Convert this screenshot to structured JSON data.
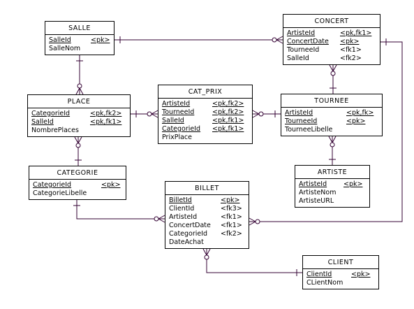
{
  "entities": {
    "salle": {
      "name": "SALLE",
      "attrs": [
        {
          "n": "SalleId",
          "k": "<pk>",
          "pk": true
        },
        {
          "n": "SalleNom",
          "k": "",
          "pk": false
        }
      ]
    },
    "concert": {
      "name": "CONCERT",
      "attrs": [
        {
          "n": "ArtisteId",
          "k": "<pk,fk1>",
          "pk": true
        },
        {
          "n": "ConcertDate",
          "k": "<pk>",
          "pk": true
        },
        {
          "n": "TourneeId",
          "k": "<fk1>",
          "pk": false
        },
        {
          "n": "SalleId",
          "k": "<fk2>",
          "pk": false
        }
      ]
    },
    "place": {
      "name": "PLACE",
      "attrs": [
        {
          "n": "CategorieId",
          "k": "<pk,fk2>",
          "pk": true
        },
        {
          "n": "SalleId",
          "k": "<pk,fk1>",
          "pk": true
        },
        {
          "n": "NombrePlaces",
          "k": "",
          "pk": false
        }
      ]
    },
    "cat_prix": {
      "name": "CAT_PRIX",
      "attrs": [
        {
          "n": "ArtisteId",
          "k": "<pk,fk2>",
          "pk": true
        },
        {
          "n": "TourneeId",
          "k": "<pk,fk2>",
          "pk": true
        },
        {
          "n": "SalleId",
          "k": "<pk,fk1>",
          "pk": true
        },
        {
          "n": "CategorieId",
          "k": "<pk,fk1>",
          "pk": true
        },
        {
          "n": "PrixPlace",
          "k": "",
          "pk": false
        }
      ]
    },
    "tournee": {
      "name": "TOURNEE",
      "attrs": [
        {
          "n": "ArtisteId",
          "k": "<pk,fk>",
          "pk": true
        },
        {
          "n": "TourneeId",
          "k": "<pk>",
          "pk": true
        },
        {
          "n": "TourneeLibelle",
          "k": "",
          "pk": false
        }
      ]
    },
    "categorie": {
      "name": "CATEGORIE",
      "attrs": [
        {
          "n": "CategorieId",
          "k": "<pk>",
          "pk": true
        },
        {
          "n": "CategorieLibelle",
          "k": "",
          "pk": false
        }
      ]
    },
    "billet": {
      "name": "BILLET",
      "attrs": [
        {
          "n": "BilletId",
          "k": "<pk>",
          "pk": true
        },
        {
          "n": "ClientId",
          "k": "<fk3>",
          "pk": false
        },
        {
          "n": "ArtisteId",
          "k": "<fk1>",
          "pk": false
        },
        {
          "n": "ConcertDate",
          "k": "<fk1>",
          "pk": false
        },
        {
          "n": "CategorieId",
          "k": "<fk2>",
          "pk": false
        },
        {
          "n": "DateAchat",
          "k": "",
          "pk": false
        }
      ]
    },
    "artiste": {
      "name": "ARTISTE",
      "attrs": [
        {
          "n": "ArtisteId",
          "k": "<pk>",
          "pk": true
        },
        {
          "n": "ArtisteNom",
          "k": "",
          "pk": false
        },
        {
          "n": "ArtisteURL",
          "k": "",
          "pk": false
        }
      ]
    },
    "client": {
      "name": "CLIENT",
      "attrs": [
        {
          "n": "ClientId",
          "k": "<pk>",
          "pk": true
        },
        {
          "n": "CLientNom",
          "k": "",
          "pk": false
        }
      ]
    }
  },
  "relationships": [
    {
      "one": "salle",
      "many": "concert"
    },
    {
      "one": "salle",
      "many": "place"
    },
    {
      "one": "categorie",
      "many": "place"
    },
    {
      "one": "place",
      "many": "cat_prix"
    },
    {
      "one": "tournee",
      "many": "cat_prix"
    },
    {
      "one": "tournee",
      "many": "concert"
    },
    {
      "one": "artiste",
      "many": "tournee"
    },
    {
      "one": "categorie",
      "many": "billet"
    },
    {
      "one": "concert",
      "many": "billet"
    },
    {
      "one": "client",
      "many": "billet"
    }
  ],
  "colors": {
    "line": "#330033",
    "border": "#000000"
  }
}
